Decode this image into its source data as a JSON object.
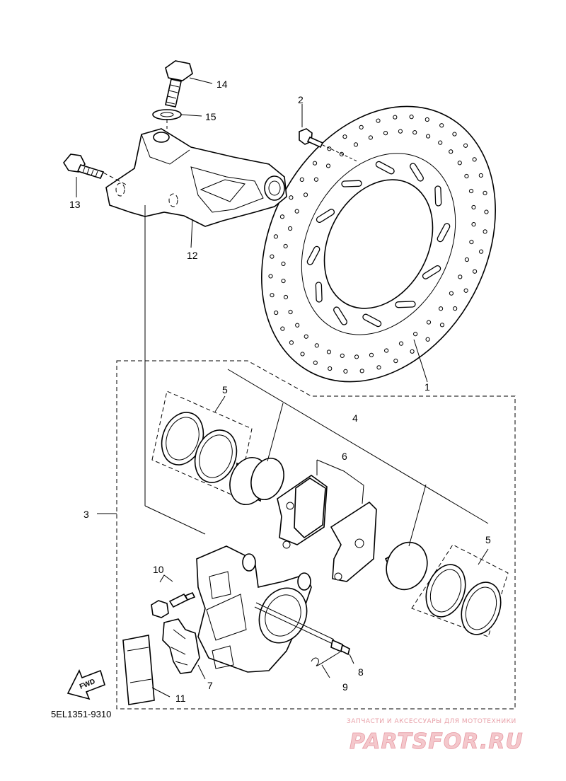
{
  "diagram": {
    "reference_code": "5EL1351-9310",
    "fwd_arrow_label": "FWD",
    "part_labels": [
      "1",
      "2",
      "3",
      "4",
      "5",
      "5",
      "6",
      "7",
      "8",
      "9",
      "10",
      "11",
      "12",
      "13",
      "14",
      "15"
    ]
  },
  "watermark": {
    "tagline": "ЗАПЧАСТИ И АКСЕССУАРЫ ДЛЯ МОТОТЕХНИКИ",
    "brand": "PARTSFOR.RU",
    "brand_color": "#e79aa4"
  }
}
